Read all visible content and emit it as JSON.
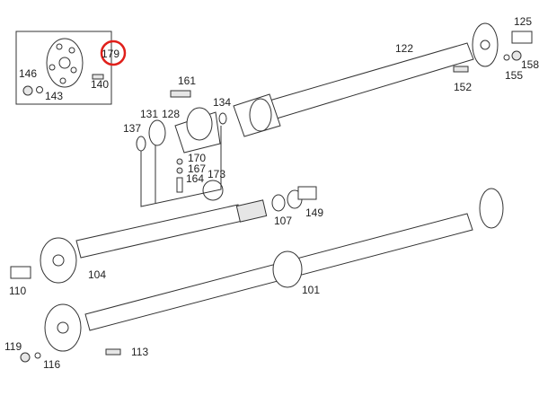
{
  "diagram": {
    "highlight_color": "#e0201b",
    "highlighted_part": "179",
    "inset_labels": {
      "p179": "179",
      "p146": "146",
      "p140": "140",
      "p143": "143"
    },
    "labels": {
      "p122": "122",
      "p125": "125",
      "p158": "158",
      "p155": "155",
      "p152": "152",
      "p161": "161",
      "p134": "134",
      "p131": "131",
      "p128": "128",
      "p137": "137",
      "p170": "170",
      "p167": "167",
      "p164": "164",
      "p173": "173",
      "p107": "107",
      "p149": "149",
      "p104": "104",
      "p110": "110",
      "p101": "101",
      "p119": "119",
      "p116": "116",
      "p113": "113"
    }
  }
}
